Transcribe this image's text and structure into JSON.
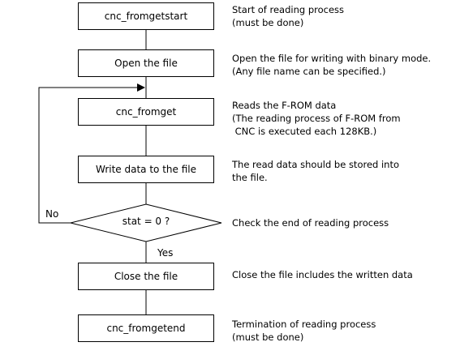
{
  "steps": {
    "start": "cnc_fromgetstart",
    "open": "Open the file",
    "get": "cnc_fromget",
    "write": "Write data to the file",
    "decision": "stat = 0 ?",
    "close": "Close the file",
    "end": "cnc_fromgetend"
  },
  "branches": {
    "no": "No",
    "yes": "Yes"
  },
  "notes": {
    "start": [
      "Start of reading process",
      "(must be done)"
    ],
    "open": [
      "Open the file for writing with binary mode.",
      "(Any file name can be specified.)"
    ],
    "get": [
      "Reads the F-ROM data",
      "(The reading process of F-ROM from",
      " CNC is executed each 128KB.)"
    ],
    "write": [
      "The read data should be stored into",
      "the file."
    ],
    "decision": [
      "Check the end of reading process"
    ],
    "close": [
      "Close the file includes the written data"
    ],
    "end": [
      "Termination of reading process",
      "(must be done)"
    ]
  }
}
